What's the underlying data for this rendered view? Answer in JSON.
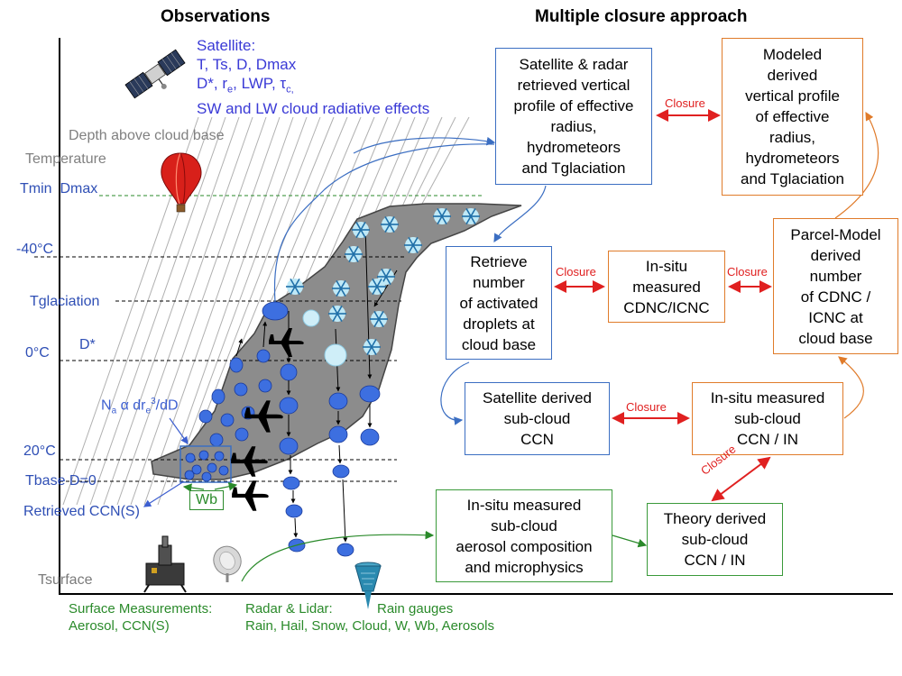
{
  "headers": {
    "observations": "Observations",
    "closure_approach": "Multiple closure approach"
  },
  "satellite_text": {
    "line1": "Satellite:",
    "line2": "T, Ts, D, Dmax",
    "line3_a": "D*, r",
    "line3_sub1": "e",
    "line3_b": ", LWP, τ",
    "line3_sub2": "c,",
    "line4": "SW and LW cloud radiative effects"
  },
  "levels": {
    "depth": "Depth above cloud base",
    "temperature": "Temperature",
    "tmin": "Tmin  Dmax",
    "minus40": "-40°C",
    "tglaciation": "Tglaciation",
    "zero": "0°C",
    "dstar": "D*",
    "twenty": "20°C",
    "tbase": "Tbase D=0",
    "retrieved_ccn": "Retrieved CCN(S)",
    "tsurface": "Tsurface",
    "na_a": "N",
    "na_sub": "a",
    "na_b": " α dr",
    "na_sub2": "e",
    "na_sup": "3",
    "na_c": "/dD",
    "wb": "Wb"
  },
  "bottom_labels": {
    "surface_line1": "Surface Measurements:",
    "surface_line2": "Aerosol, CCN(S)",
    "radar_line1": "Radar & Lidar:",
    "radar_line2": "Rain, Hail, Snow, Cloud, W, Wb, Aerosols",
    "rain_gauges": "Rain gauges"
  },
  "boxes": {
    "sat_radar": "Satellite & radar\nretrieved vertical\nprofile of effective\nradius,\nhydrometeors\nand Tglaciation",
    "modeled": "Modeled\nderived\nvertical profile\nof effective\nradius,\nhydrometeors\nand Tglaciation",
    "retrieve": "Retrieve\nnumber\nof activated\ndroplets at\ncloud base",
    "insitu_cdnc": "In-situ\nmeasured\nCDNC/ICNC",
    "parcel": "Parcel-Model\nderived\nnumber\nof CDNC /\nICNC at\ncloud base",
    "sat_ccn": "Satellite derived\nsub-cloud\nCCN",
    "insitu_ccn": "In-situ measured\nsub-cloud\nCCN / IN",
    "aerosol": "In-situ measured\nsub-cloud\naerosol composition\nand microphysics",
    "theory": "Theory derived\nsub-cloud\nCCN / IN"
  },
  "closure_labels": [
    "Closure",
    "Closure",
    "Closure",
    "Closure",
    "Closure"
  ],
  "icons": [
    "satellite-icon",
    "balloon-icon",
    "aircraft-icon",
    "snowflake-icon",
    "droplet-icon",
    "ccn-counter-icon",
    "radar-dish-icon",
    "rain-gauge-icon"
  ],
  "colors": {
    "blue_border": "#3b6ec2",
    "orange_border": "#e07b2a",
    "green_border": "#3a9a3a",
    "closure_red": "#e02020",
    "cloud_grey": "#8c8c8c",
    "droplet_blue": "#3d6fe0",
    "snow_cyan": "#bfe9f7"
  }
}
